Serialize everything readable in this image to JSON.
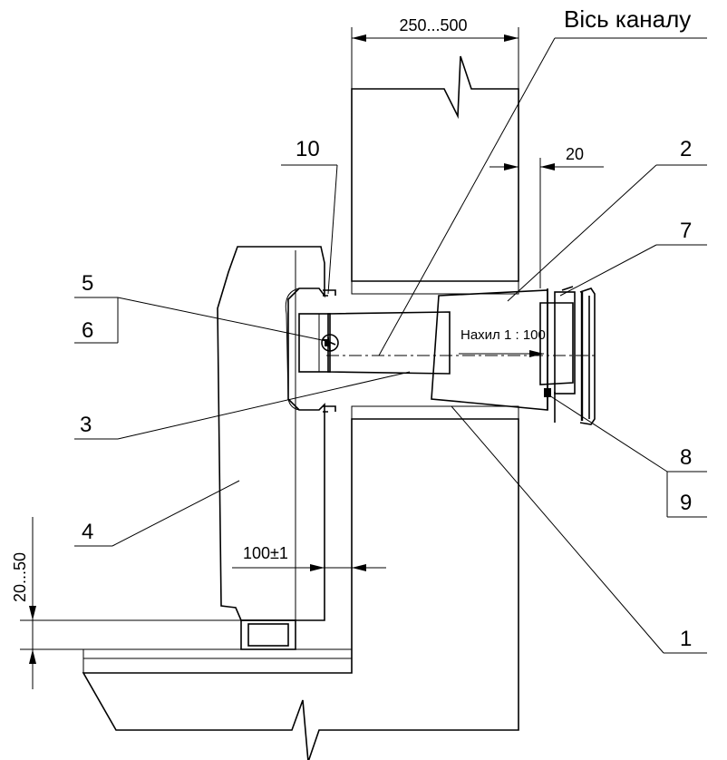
{
  "dimensions": {
    "wall_thickness": "250...500",
    "offset_right": "20",
    "heater_to_wall": "100±1",
    "floor_gap": "20...50"
  },
  "annotations": {
    "channel_axis": "Вісь каналу",
    "slope": "Нахил 1 : 100"
  },
  "callouts": [
    "10",
    "5",
    "6",
    "3",
    "4",
    "2",
    "7",
    "8",
    "9",
    "1"
  ]
}
